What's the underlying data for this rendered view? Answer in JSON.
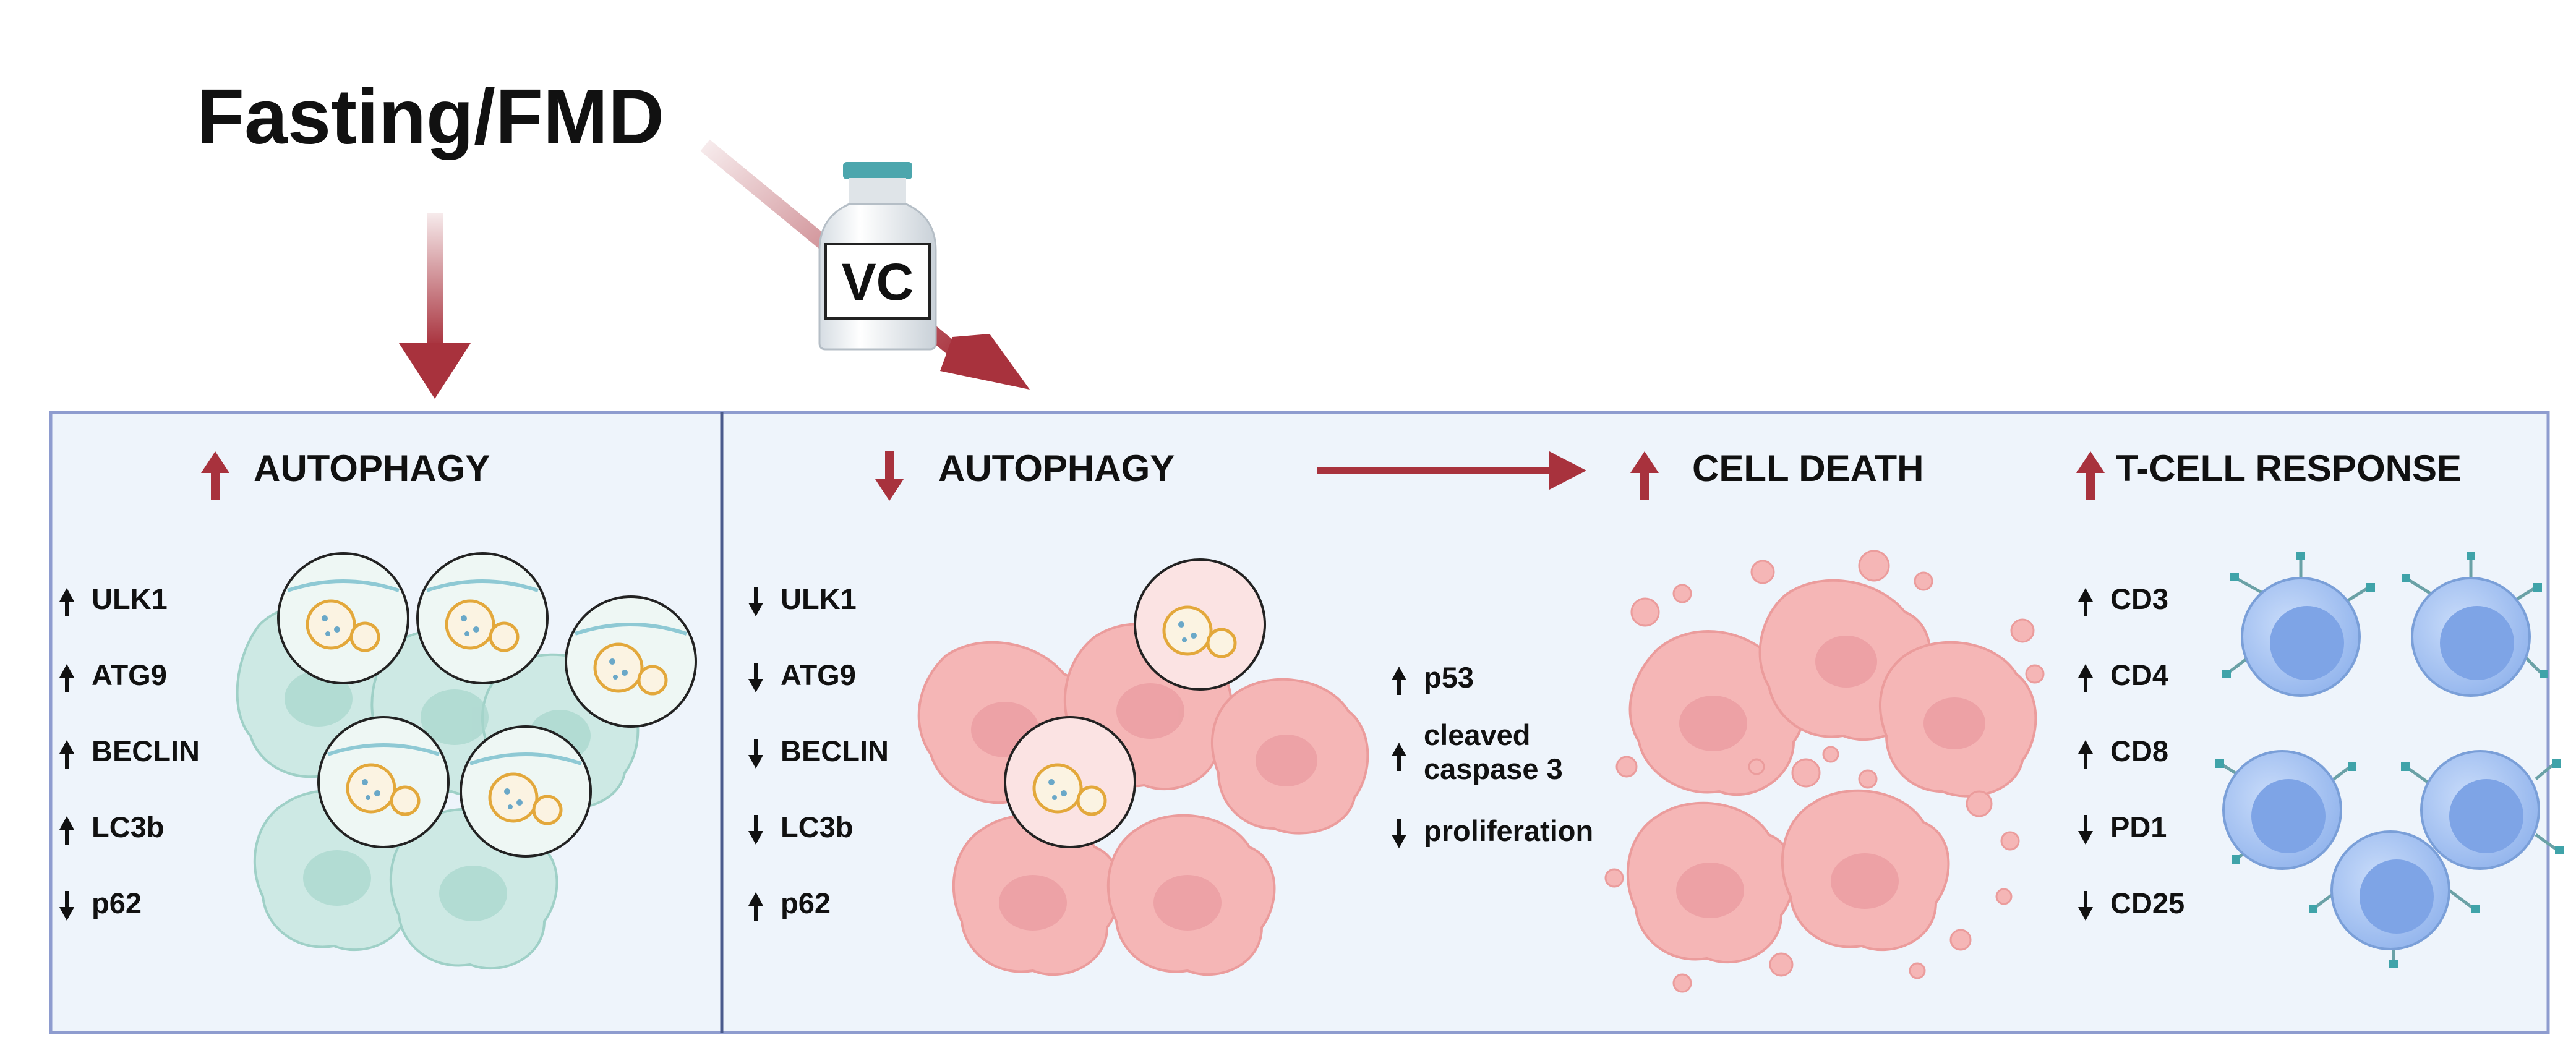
{
  "title": "Fasting/FMD",
  "drug_label": "VC",
  "colors": {
    "arrow": "#a8323d",
    "panel_fill": "#eef4fb",
    "panel_border": "#8e9ccf",
    "healthy_cell": "#cde9e4",
    "tumor_cell": "#f5b6b6",
    "t_cell": "#a9c6f2"
  },
  "panels": [
    {
      "heading": "AUTOPHAGY",
      "direction": "up",
      "markers": [
        {
          "label": "ULK1",
          "dir": "up"
        },
        {
          "label": "ATG9",
          "dir": "up"
        },
        {
          "label": "BECLIN",
          "dir": "up"
        },
        {
          "label": "LC3b",
          "dir": "up"
        },
        {
          "label": "p62",
          "dir": "down"
        }
      ]
    },
    {
      "heading": "AUTOPHAGY",
      "direction": "down",
      "markers": [
        {
          "label": "ULK1",
          "dir": "down"
        },
        {
          "label": "ATG9",
          "dir": "down"
        },
        {
          "label": "BECLIN",
          "dir": "down"
        },
        {
          "label": "LC3b",
          "dir": "down"
        },
        {
          "label": "p62",
          "dir": "up"
        }
      ],
      "side_markers": [
        {
          "label": "p53",
          "dir": "up"
        },
        {
          "label": "cleaved",
          "label2": "caspase 3",
          "dir": "up"
        },
        {
          "label": "proliferation",
          "dir": "down"
        }
      ]
    },
    {
      "heading": "CELL DEATH",
      "direction": "up"
    },
    {
      "heading": "T-CELL RESPONSE",
      "direction": "up",
      "markers": [
        {
          "label": "CD3",
          "dir": "up"
        },
        {
          "label": "CD4",
          "dir": "up"
        },
        {
          "label": "CD8",
          "dir": "up"
        },
        {
          "label": "PD1",
          "dir": "down"
        },
        {
          "label": "CD25",
          "dir": "down"
        }
      ]
    }
  ]
}
